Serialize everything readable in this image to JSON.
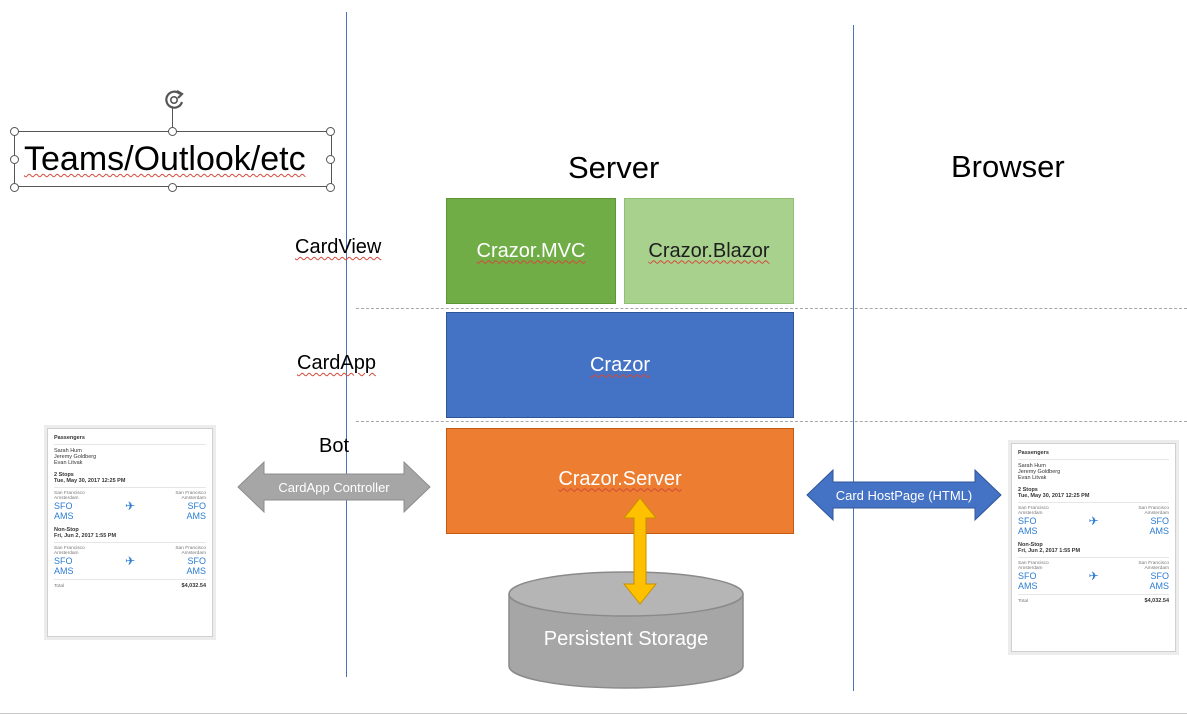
{
  "columns": {
    "server": "Server",
    "browser": "Browser"
  },
  "rows": {
    "cardview": "CardView",
    "cardapp": "CardApp",
    "bot": "Bot"
  },
  "selected_textbox": {
    "text": "Teams/Outlook/etc"
  },
  "boxes": {
    "mvc": "Crazor.MVC",
    "blazor": "Crazor.Blazor",
    "crazor": "Crazor",
    "server": "Crazor.Server",
    "storage": "Persistent Storage"
  },
  "arrows": {
    "controller": "CardApp Controller",
    "hostpage": "Card HostPage (HTML)"
  },
  "card": {
    "passengers_title": "Passengers",
    "passengers": [
      "Sarah Hum",
      "Jeremy Goldberg",
      "Evan Litvak"
    ],
    "legs": [
      {
        "stops": "2 Stops",
        "date": "Tue, May 30, 2017 12:25 PM",
        "from_city": "San Francisco",
        "to_city": "San Francisco",
        "from_city2": "Amsterdam",
        "to_city2": "Amsterdam",
        "code_from": "SFO",
        "code_to": "SFO",
        "code_from2": "AMS",
        "code_to2": "AMS"
      },
      {
        "stops": "Non-Stop",
        "date": "Fri, Jun 2, 2017 1:55 PM",
        "from_city": "San Francisco",
        "to_city": "San Francisco",
        "from_city2": "Amsterdam",
        "to_city2": "Amsterdam",
        "code_from": "SFO",
        "code_to": "SFO",
        "code_from2": "AMS",
        "code_to2": "AMS"
      }
    ],
    "total_label": "Total",
    "total_value": "$4,032.54"
  },
  "colors": {
    "mvc": "#70ad47",
    "blazor": "#a9d18e",
    "crazor": "#4472c4",
    "server": "#ed7d31",
    "storage": "#a6a6a6",
    "controller_arrow": "#a6a6a6",
    "hostpage_arrow": "#4472c4",
    "storage_arrow": "#ffc000",
    "divider": "#4a73b8"
  },
  "icons": {
    "rotate": "rotate-handle-icon",
    "plane": "airplane-icon"
  }
}
